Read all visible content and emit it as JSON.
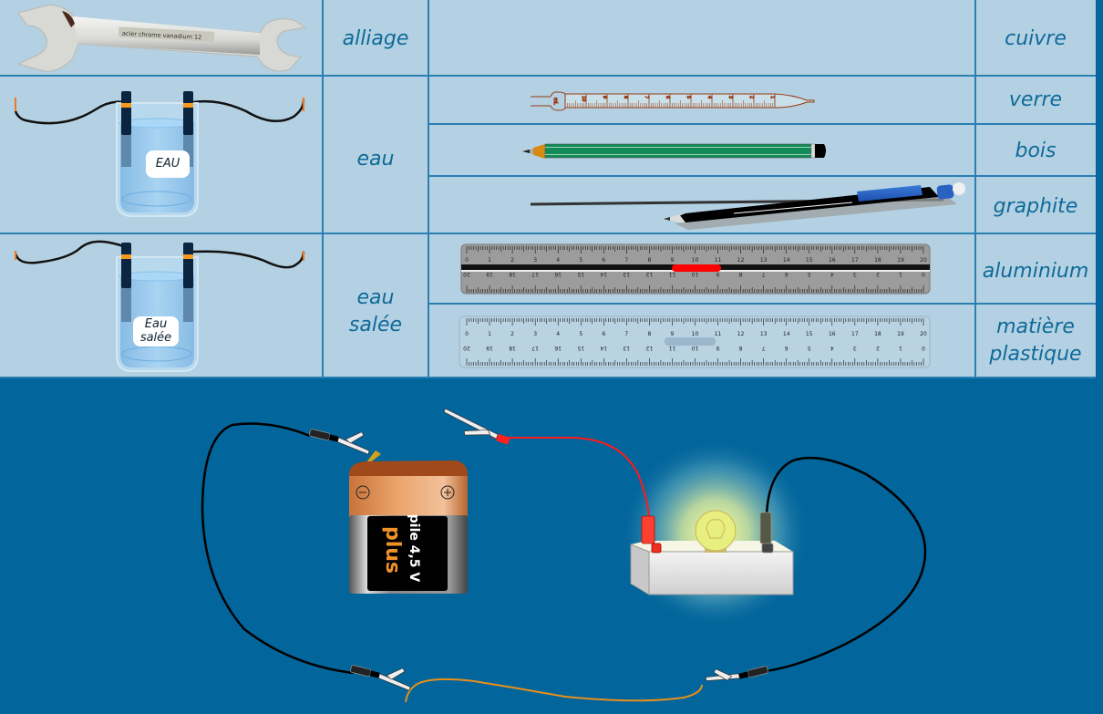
{
  "table": {
    "rows": [
      {
        "object": "wrench",
        "object_text": "acier chrome vanadium  12",
        "liquid_or_alloy": "alliage",
        "material": "cuivre"
      },
      {
        "object": "pipette",
        "liquid_or_alloy": "eau",
        "material": "verre"
      },
      {
        "object": "pencil",
        "liquid_or_alloy": "eau",
        "material": "bois"
      },
      {
        "object": "mechanical-pencil",
        "liquid_or_alloy": "eau",
        "material": "graphite"
      },
      {
        "object": "aluminium-ruler",
        "liquid_or_alloy": "eau salée",
        "material": "aluminium"
      },
      {
        "object": "plastic-ruler",
        "liquid_or_alloy": "eau salée",
        "material": "matière plastique"
      }
    ],
    "col2": {
      "alliage": "alliage",
      "eau": "eau",
      "eau_salee_1": "eau",
      "eau_salee_2": "salée"
    },
    "col4": {
      "cuivre": "cuivre",
      "verre": "verre",
      "bois": "bois",
      "graphite": "graphite",
      "aluminium": "aluminium",
      "plastique_1": "matière",
      "plastique_2": "plastique"
    },
    "beakers": {
      "water_label": "EAU",
      "salt_label_1": "Eau",
      "salt_label_2": "salée"
    },
    "wrench_text": "acier chrome vanadium   12",
    "ruler_top_numbers": [
      "0",
      "1",
      "2",
      "3",
      "4",
      "5",
      "6",
      "7",
      "8",
      "9",
      "10",
      "11",
      "12",
      "13",
      "14",
      "15",
      "16",
      "17",
      "18",
      "19",
      "20"
    ],
    "pipette_numbers": [
      "10",
      "9",
      "8",
      "7",
      "6",
      "5",
      "4",
      "3",
      "2",
      "1"
    ],
    "pipette_unit": "mL"
  },
  "circuit": {
    "battery": {
      "label_1": "pile 4,5 V",
      "label_2": "plus",
      "minus": "⊖",
      "plus": "⊕"
    },
    "bulb_state": "lit"
  },
  "colors": {
    "table_bg": "#b3d1e2",
    "grid_line": "#2a7fb2",
    "label_text": "#0f6a99",
    "background": "#02659b",
    "red_wire": "#ff1a1a",
    "black_wire": "#0a0a0a",
    "orange_wire": "#e8901a"
  }
}
